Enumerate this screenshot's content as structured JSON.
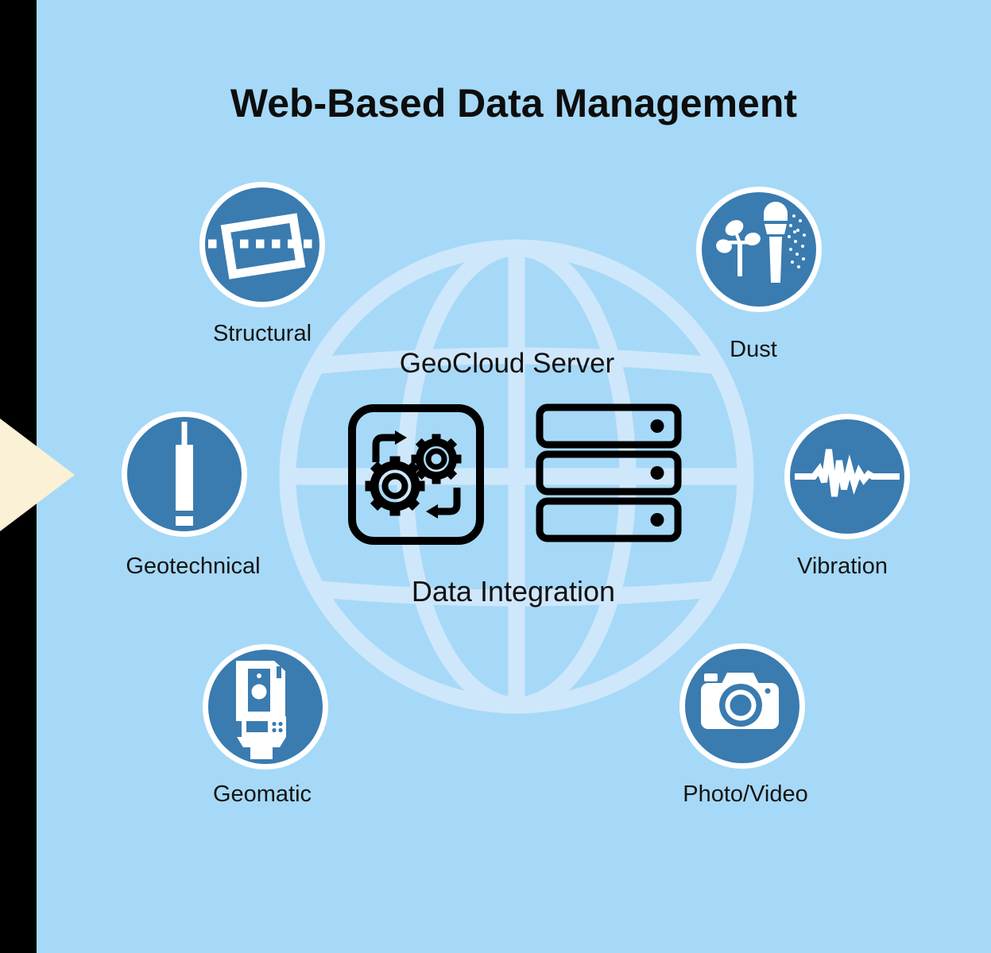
{
  "page": {
    "title": "Web-Based Data Management"
  },
  "center": {
    "server_label": "GeoCloud Server",
    "integration_label": "Data Integration",
    "icons": [
      "gears-process-icon",
      "server-stack-icon"
    ]
  },
  "nodes": [
    {
      "label": "Structural",
      "icon": "tilted-frame-icon"
    },
    {
      "label": "Dust",
      "icon": "anemometer-dust-icon"
    },
    {
      "label": "Geotechnical",
      "icon": "borehole-probe-icon"
    },
    {
      "label": "Vibration",
      "icon": "seismic-wave-icon"
    },
    {
      "label": "Geomatic",
      "icon": "total-station-icon"
    },
    {
      "label": "Photo/Video",
      "icon": "camera-icon"
    }
  ],
  "decorations": {
    "globe": "wireframe-globe",
    "left_bar_color": "#000000",
    "arrow_color": "#faf1d6"
  },
  "colors": {
    "panel_background": "#a6d9f7",
    "globe_lines": "#cfe7fb",
    "node_circle": "#3a7bb0",
    "icon_glyph": "#ffffff",
    "text": "#111111"
  }
}
